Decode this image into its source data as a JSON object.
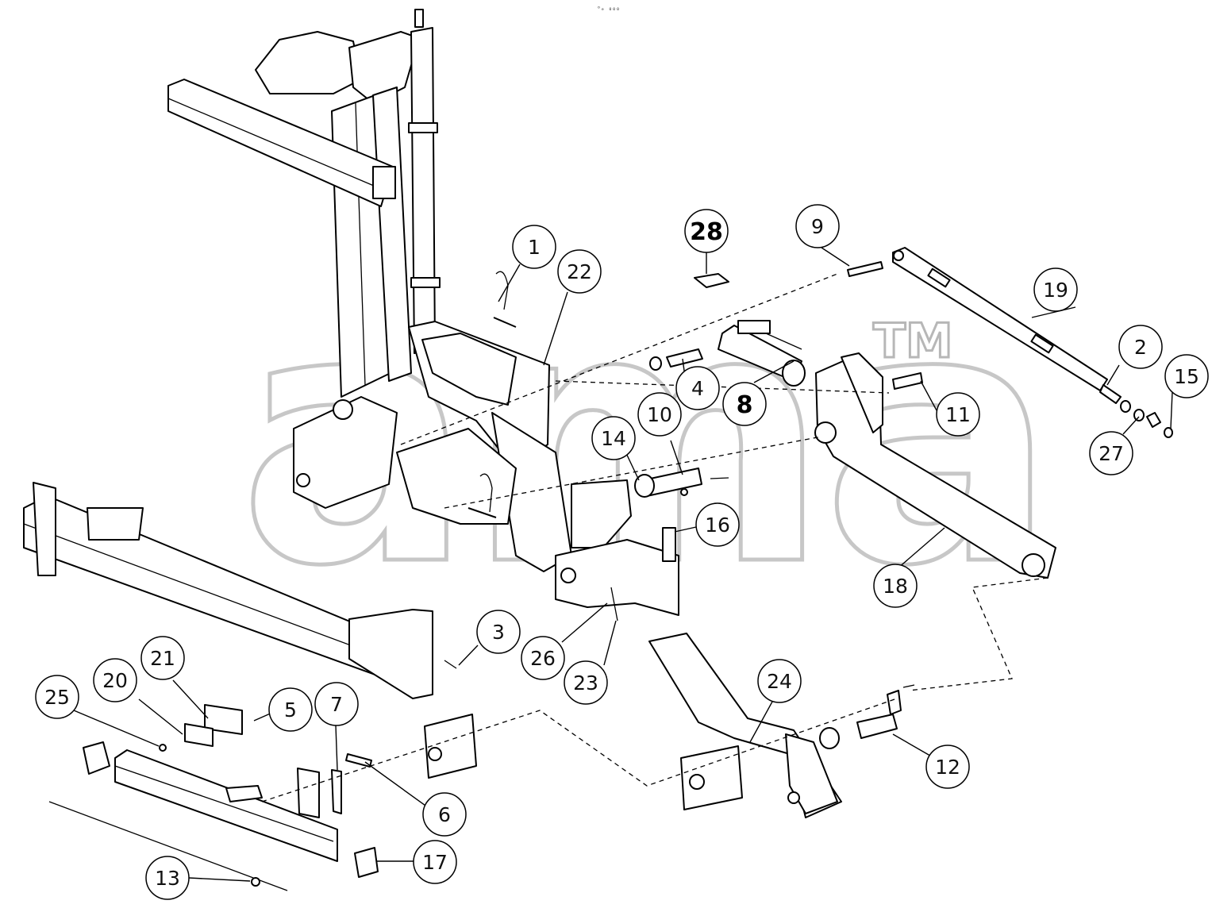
{
  "header": {
    "mark": "ᵒₑ ₀₀₀"
  },
  "watermark": {
    "text": "ama",
    "trademark": "TM"
  },
  "callouts": [
    {
      "id": "1",
      "label": "1"
    },
    {
      "id": "2",
      "label": "2"
    },
    {
      "id": "3",
      "label": "3"
    },
    {
      "id": "4",
      "label": "4"
    },
    {
      "id": "5",
      "label": "5"
    },
    {
      "id": "6",
      "label": "6"
    },
    {
      "id": "7",
      "label": "7"
    },
    {
      "id": "8",
      "label": "8"
    },
    {
      "id": "9",
      "label": "9"
    },
    {
      "id": "10",
      "label": "10"
    },
    {
      "id": "11",
      "label": "11"
    },
    {
      "id": "12",
      "label": "12"
    },
    {
      "id": "13",
      "label": "13"
    },
    {
      "id": "14",
      "label": "14"
    },
    {
      "id": "15",
      "label": "15"
    },
    {
      "id": "16",
      "label": "16"
    },
    {
      "id": "17",
      "label": "17"
    },
    {
      "id": "18",
      "label": "18"
    },
    {
      "id": "19",
      "label": "19"
    },
    {
      "id": "20",
      "label": "20"
    },
    {
      "id": "21",
      "label": "21"
    },
    {
      "id": "22",
      "label": "22"
    },
    {
      "id": "23",
      "label": "23"
    },
    {
      "id": "24",
      "label": "24"
    },
    {
      "id": "25",
      "label": "25"
    },
    {
      "id": "26",
      "label": "26"
    },
    {
      "id": "27",
      "label": "27"
    },
    {
      "id": "28",
      "label": "28"
    }
  ]
}
